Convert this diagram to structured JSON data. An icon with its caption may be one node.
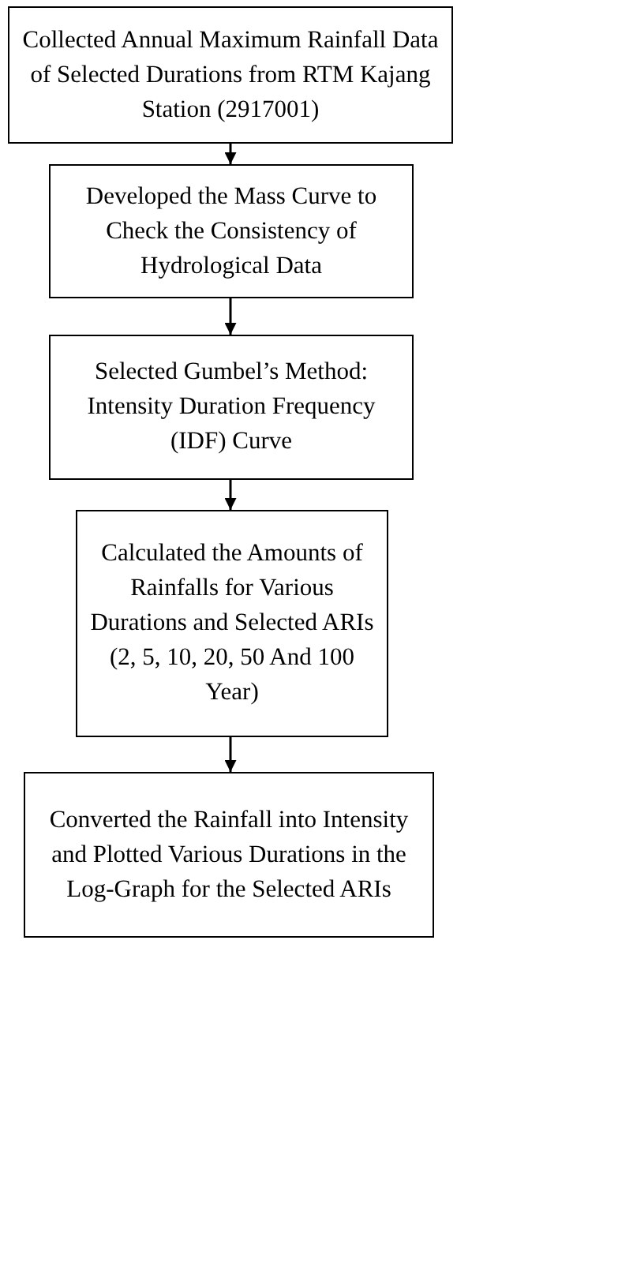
{
  "diagram": {
    "nodes": [
      {
        "text": [
          "Collected Annual Maximum Rainfall Data of Selected Durations from RTM Kajang Station (2917001)"
        ]
      },
      {
        "text": [
          "Developed the Mass Curve to Check the Consistency of Hydrological Data"
        ]
      },
      {
        "text": [
          "Selected Gumbel’s Method: Intensity Duration Frequency (IDF) Curve"
        ]
      },
      {
        "text": [
          "Calculated the Amounts of Rainfalls for Various Durations and Selected ARIs (2, 5, 10, 20, 50 And 100 Year)"
        ]
      },
      {
        "text": [
          "Converted the Rainfall into Intensity and Plotted Various Durations in the Log-Graph for the Selected ARIs"
        ]
      }
    ],
    "edges": [
      {
        "from": 0,
        "to": 1,
        "arrow": "to"
      },
      {
        "from": 1,
        "to": 2,
        "arrow": "to"
      },
      {
        "from": 2,
        "to": 3,
        "arrow": "to"
      },
      {
        "from": 3,
        "to": 4,
        "arrow": "to"
      }
    ]
  }
}
